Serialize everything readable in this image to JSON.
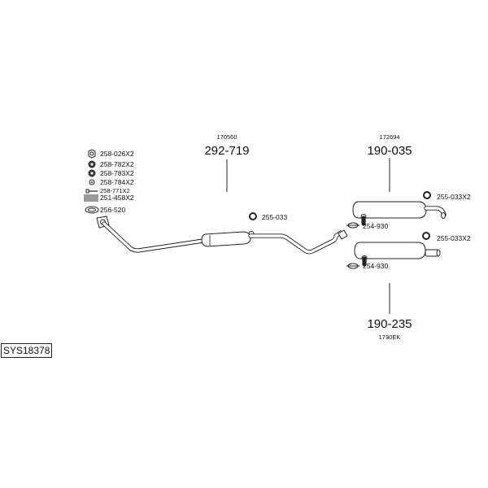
{
  "system_code": "SYS18378",
  "front_kit": {
    "items": [
      {
        "icon": "nut-icon",
        "label": "258-026X2"
      },
      {
        "icon": "washer-icon",
        "label": "258-782X2"
      },
      {
        "icon": "washer-icon",
        "label": "258-783X2"
      },
      {
        "icon": "ring-icon",
        "label": "258-784X2"
      },
      {
        "icon": "bolt-icon",
        "label": "258-771X2"
      },
      {
        "icon": "spring-icon",
        "label": "251-458X2"
      },
      {
        "icon": "gasket-icon",
        "label": "256-520"
      }
    ]
  },
  "middle_section": {
    "reference": "170560",
    "part_number": "292-719",
    "hanger_label": "255-033"
  },
  "rear_upper": {
    "reference": "172694",
    "part_number": "190-035",
    "hanger_label": "255-033X2",
    "clamp_label": "254-930"
  },
  "rear_lower": {
    "reference": "1730EK",
    "part_number": "190-235",
    "hanger_label": "255-033X2",
    "clamp_label": "254-930"
  }
}
